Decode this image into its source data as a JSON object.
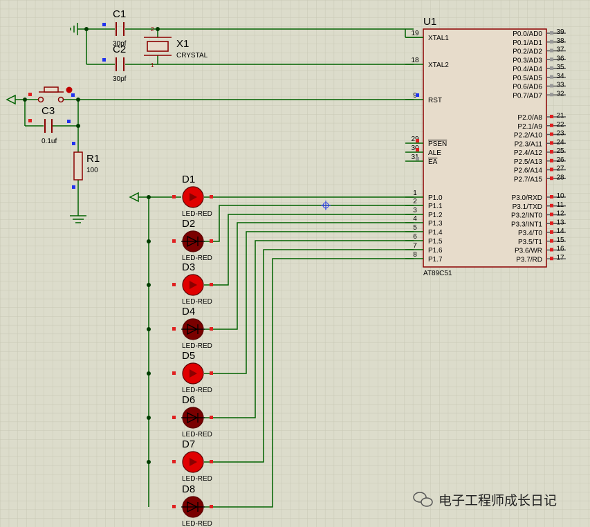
{
  "colors": {
    "background": "#dcdccb",
    "grid": "#c8c8b4",
    "wire": "#006100",
    "component": "#8b0000",
    "chip_fill": "#e7dccb",
    "led_on": "#e00000",
    "led_off": "#7a0000",
    "pin_red": "#e02020",
    "pin_blue": "#2233ee"
  },
  "labels": {
    "c1": "C1",
    "c1_value": "30pf",
    "c2": "C2",
    "c2_value": "30pf",
    "x1": "X1",
    "x1_value": "CRYSTAL",
    "c3": "C3",
    "c3_value": "0.1uf",
    "r1": "R1",
    "r1_value": "100",
    "u1": "U1",
    "u1_part": "AT89C51"
  },
  "chip": {
    "left_pins": [
      {
        "num": "19",
        "name": "XTAL1"
      },
      {
        "num": "18",
        "name": "XTAL2"
      },
      {
        "num": "9",
        "name": "RST"
      },
      {
        "num": "29",
        "name": "PSEN"
      },
      {
        "num": "30",
        "name": "ALE"
      },
      {
        "num": "31",
        "name": "EA"
      },
      {
        "num": "1",
        "name": "P1.0"
      },
      {
        "num": "2",
        "name": "P1.1"
      },
      {
        "num": "3",
        "name": "P1.2"
      },
      {
        "num": "4",
        "name": "P1.3"
      },
      {
        "num": "5",
        "name": "P1.4"
      },
      {
        "num": "6",
        "name": "P1.5"
      },
      {
        "num": "7",
        "name": "P1.6"
      },
      {
        "num": "8",
        "name": "P1.7"
      }
    ],
    "right_pins": [
      {
        "num": "39",
        "name": "P0.0/AD0"
      },
      {
        "num": "38",
        "name": "P0.1/AD1"
      },
      {
        "num": "37",
        "name": "P0.2/AD2"
      },
      {
        "num": "36",
        "name": "P0.3/AD3"
      },
      {
        "num": "35",
        "name": "P0.4/AD4"
      },
      {
        "num": "34",
        "name": "P0.5/AD5"
      },
      {
        "num": "33",
        "name": "P0.6/AD6"
      },
      {
        "num": "32",
        "name": "P0.7/AD7"
      },
      {
        "num": "21",
        "name": "P2.0/A8"
      },
      {
        "num": "22",
        "name": "P2.1/A9"
      },
      {
        "num": "23",
        "name": "P2.2/A10"
      },
      {
        "num": "24",
        "name": "P2.3/A11"
      },
      {
        "num": "25",
        "name": "P2.4/A12"
      },
      {
        "num": "26",
        "name": "P2.5/A13"
      },
      {
        "num": "27",
        "name": "P2.6/A14"
      },
      {
        "num": "28",
        "name": "P2.7/A15"
      },
      {
        "num": "10",
        "name": "P3.0/RXD"
      },
      {
        "num": "11",
        "name": "P3.1/TXD"
      },
      {
        "num": "12",
        "name": "P3.2/INT0"
      },
      {
        "num": "13",
        "name": "P3.3/INT1"
      },
      {
        "num": "14",
        "name": "P3.4/T0"
      },
      {
        "num": "15",
        "name": "P3.5/T1"
      },
      {
        "num": "16",
        "name": "P3.6/WR"
      },
      {
        "num": "17",
        "name": "P3.7/RD"
      }
    ]
  },
  "leds": [
    {
      "ref": "D1",
      "value": "LED-RED",
      "on": true
    },
    {
      "ref": "D2",
      "value": "LED-RED",
      "on": false
    },
    {
      "ref": "D3",
      "value": "LED-RED",
      "on": true
    },
    {
      "ref": "D4",
      "value": "LED-RED",
      "on": false
    },
    {
      "ref": "D5",
      "value": "LED-RED",
      "on": true
    },
    {
      "ref": "D6",
      "value": "LED-RED",
      "on": false
    },
    {
      "ref": "D7",
      "value": "LED-RED",
      "on": true
    },
    {
      "ref": "D8",
      "value": "LED-RED",
      "on": false
    }
  ],
  "watermark": {
    "icon": "wechat-icon",
    "text": "电子工程师成长日记"
  }
}
